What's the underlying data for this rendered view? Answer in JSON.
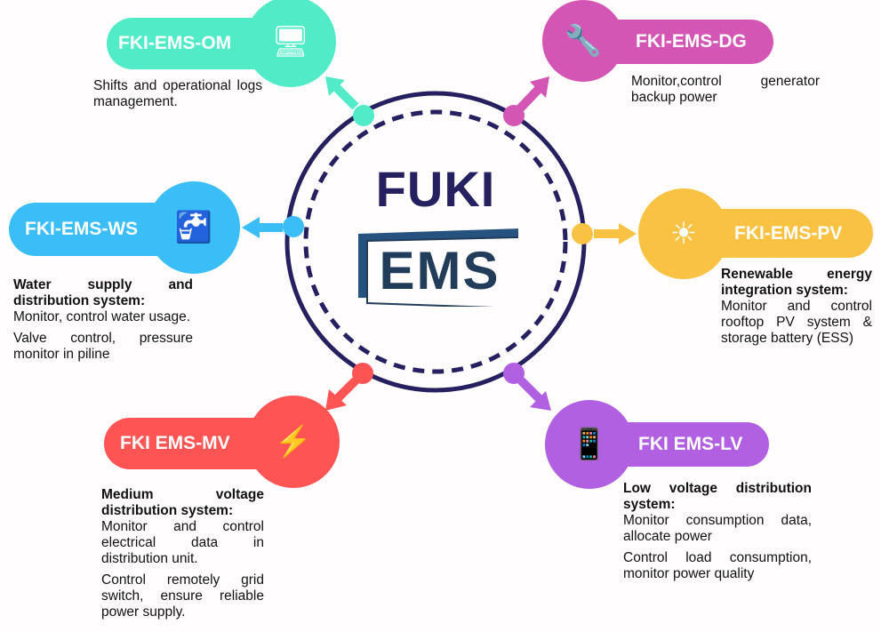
{
  "center": {
    "title": "FUKI",
    "logo": "EMS",
    "ring_color": "#252060"
  },
  "modules": [
    {
      "id": "om",
      "label": "FKI-EMS-OM",
      "color": "#52ebc7",
      "icon": "monitor-dashboard-icon",
      "title": "",
      "lines": [
        "Shifts and operational logs management."
      ]
    },
    {
      "id": "dg",
      "label": "FKI-EMS-DG",
      "color": "#d456b4",
      "icon": "wrench-hand-icon",
      "title": "",
      "lines": [
        "Monitor,control generator backup power"
      ]
    },
    {
      "id": "ws",
      "label": "FKI-EMS-WS",
      "color": "#3bbef7",
      "icon": "water-pipe-icon",
      "title": "Water supply and distribution system:",
      "lines": [
        "Monitor, control water usage.",
        "Valve control, pressure monitor in piline"
      ]
    },
    {
      "id": "pv",
      "label": "FKI-EMS-PV",
      "color": "#f9c243",
      "icon": "solar-panel-icon",
      "title": "Renewable energy integration system:",
      "lines": [
        "Monitor and control rooftop PV system & storage battery (ESS)"
      ]
    },
    {
      "id": "mv",
      "label": "FKI EMS-MV",
      "color": "#ff5454",
      "icon": "lightning-cycle-icon",
      "title": "Medium voltage distribution system:",
      "lines": [
        "Monitor and control electrical data in distribution unit.",
        "Control remotely grid switch, ensure reliable power supply."
      ]
    },
    {
      "id": "lv",
      "label": "FKI EMS-LV",
      "color": "#b060e0",
      "icon": "smart-home-phone-icon",
      "title": "Low voltage distribution system:",
      "lines": [
        "Monitor consumption data, allocate power",
        "Control load consumption, monitor power quality"
      ]
    }
  ]
}
